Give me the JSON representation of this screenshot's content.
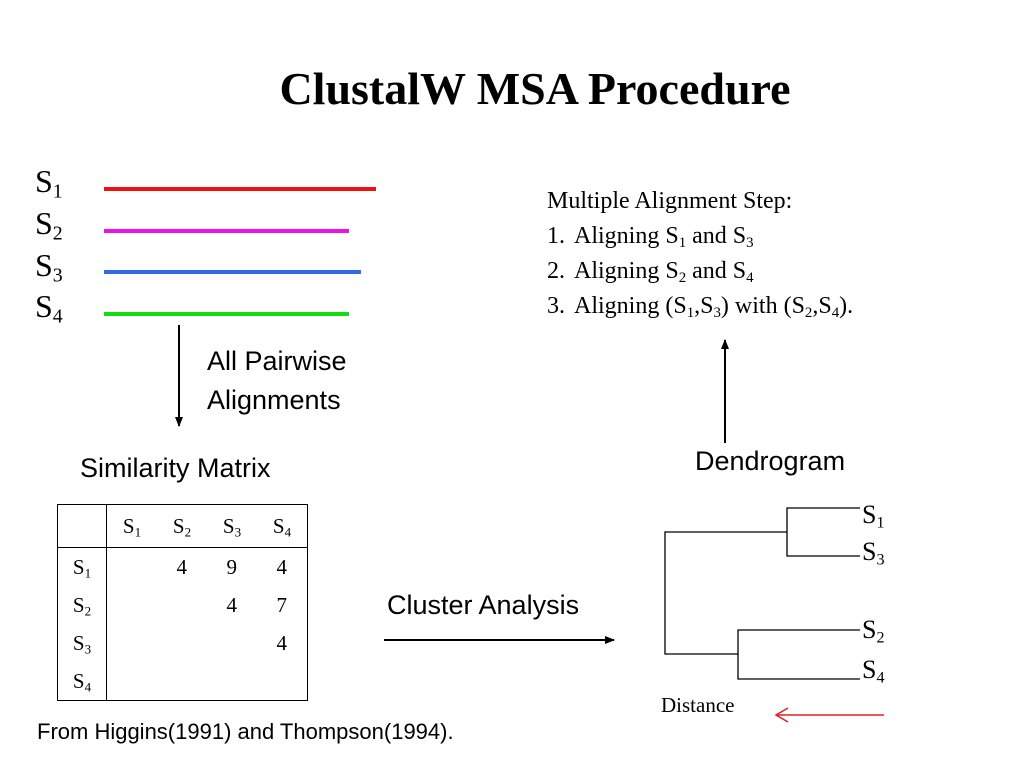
{
  "title": "ClustalW MSA Procedure",
  "sequences": [
    {
      "name": "S",
      "sub": "1",
      "color": "#ee1111"
    },
    {
      "name": "S",
      "sub": "2",
      "color": "#ee11ee"
    },
    {
      "name": "S",
      "sub": "3",
      "color": "#3366ee"
    },
    {
      "name": "S",
      "sub": "4",
      "color": "#11dd11"
    }
  ],
  "pairwise": {
    "line1": "All Pairwise",
    "line2": "Alignments"
  },
  "similarity_matrix": {
    "title": "Similarity Matrix",
    "columns": [
      "1",
      "2",
      "3",
      "4"
    ],
    "rows": [
      {
        "label": "1",
        "values": [
          "",
          "4",
          "9",
          "4"
        ]
      },
      {
        "label": "2",
        "values": [
          "",
          "",
          "4",
          "7"
        ]
      },
      {
        "label": "3",
        "values": [
          "",
          "",
          "",
          "4"
        ]
      },
      {
        "label": "4",
        "values": [
          "",
          "",
          "",
          ""
        ]
      }
    ]
  },
  "cluster_analysis": "Cluster Analysis",
  "dendrogram": {
    "title": "Dendrogram",
    "leaves": [
      "1",
      "3",
      "2",
      "4"
    ],
    "distance_label": "Distance",
    "arrow_color": "#dd2222"
  },
  "multiple_alignment": {
    "heading": "Multiple Alignment Step:",
    "steps": [
      {
        "num": "1.",
        "text": "Aligning S",
        "a": "1",
        "mid": " and S",
        "b": "3",
        "end": ""
      },
      {
        "num": "2.",
        "text": "Aligning S",
        "a": "2",
        "mid": " and S",
        "b": "4",
        "end": ""
      },
      {
        "num": "3.",
        "text": "Aligning (S",
        "a": "1",
        "mid": ",S",
        "b": "3",
        "end": ") with (S",
        "c": "2",
        "mid2": ",S",
        "d": "4",
        "end2": ")."
      }
    ]
  },
  "footer": "From Higgins(1991) and Thompson(1994)."
}
